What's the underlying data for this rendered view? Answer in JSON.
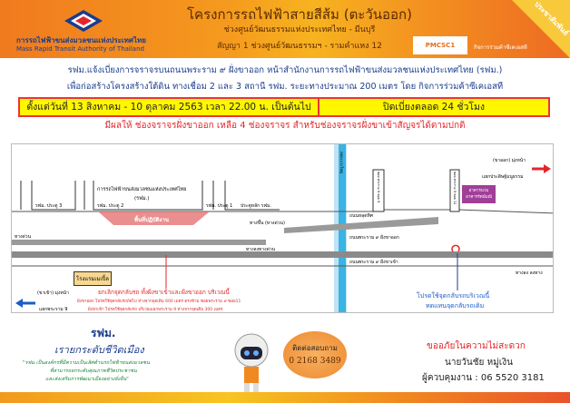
{
  "header": {
    "org_th": "การรถไฟฟ้าขนส่งมวลชนแห่งประเทศไทย",
    "org_en": "Mass Rapid Transit Authority of Thailand",
    "title": "โครงการรถไฟฟ้าสายสีส้ม (ตะวันออก)",
    "subtitle": "ช่วงศูนย์วัฒนธรรมแห่งประเทศไทย - มีนบุรี",
    "contract": "สัญญา 1 ช่วงศูนย์วัฒนธรรมฯ - รามคำแหง 12",
    "pmc": "PMCSC1",
    "jv": "กิจการร่วมค้าซีเคเอสที",
    "corner": "ประชาสัมพันธ์"
  },
  "notice": {
    "line1": "รฟม.แจ้งเบี่ยงการจราจรบนถนนพระราม ๙ ฝั่งขาออก หน้าสำนักงานการรถไฟฟ้าขนส่งมวลชนแห่งประเทศไทย (รฟม.)",
    "line2": "เพื่อก่อสร้างโครงสร้างใต้ดิน ทางเชื่อม 2 และ 3 สถานี รฟม. ระยะทางประมาณ 200 เมตร  โดย กิจการร่วมค้าซีเคเอสที",
    "period": "ตั้งแต่วันที่ 13 สิงหาคม - 10 ตุลาคม 2563 เวลา 22.00 น. เป็นต้นไป",
    "closure": "ปิดเบี่ยงตลอด 24 ชั่วโมง",
    "effect": "มีผลให้ ช่องจราจรฝั่งขาออก เหลือ 4 ช่องจราจร สำหรับช่องจราจรฝั่งขาเข้าสัญจรได้ตามปกติ"
  },
  "map": {
    "mrta_bldg": "การรถไฟฟ้าขนส่งมวลชนแห่งประเทศไทย",
    "mrta_abbr": "(รฟม.)",
    "gate3": "รฟม. ประตู 3",
    "gate2": "รฟม. ประตู 2",
    "gate1": "รฟม. ประตู 1",
    "main_gate": "ประตูหลัก รฟม.",
    "work_area": "พื้นที่ปฏิบัติงาน",
    "ramp": "ทางขึ้น (ทางด่วน)",
    "down_ramp": "ทางลงทางด่วน",
    "expressway": "ทางด่วน",
    "hotel": "โรงแรมเมเปิ้ล",
    "uturn_cancel": "ยกเลิกจุดกลับรถ ทั้งฝั่งขาเข้าและฝั่งขาออก บริเวณนี้",
    "uturn_note1": "ฝั่งขาออก โปรดใช้จุดกลับรถถัดไป ห่างจากจุดเดิม 600 เมตร ตรงข้าม ซอยพระราม ๙ ซอย11",
    "uturn_note2": "ฝั่งขาเข้า โปรดใช้จุดกลับรถ บริเวณแยกพระราม 9 ห่างจากจุดเดิม 300 เมตร",
    "inbound_dir": "(ขาเข้า) มุ่งหน้า",
    "inbound_dest": "แยกพระราม 9",
    "outbound_dir": "(ขาออก) มุ่งหน้า",
    "outbound_dest": "แยกประดิษฐ์มนูธรรม",
    "canal": "คลองแวงใหญ่",
    "soi9": "ซอย พระราม 9 ซอย 9",
    "soi11": "ซอย พระราม 9 ซอย 11",
    "building": "อาคารนวม อาคารรัตน์มณี",
    "road_top": "ถนนหลุดทิศ",
    "road_out": "ถนนพระราม ๙ ฝั่งขาออก",
    "road_in": "ถนนพระราม ๙ ฝั่งขาเข้า",
    "exit_down": "ทางลง ลงทาง",
    "new_uturn1": "โปรดใช้จุดกลับรถบริเวณนี้",
    "new_uturn2": "ทดแทนจุดกลับรถเดิม"
  },
  "footer": {
    "brand": "รฟม.",
    "slogan": "เรายกระดับชีวิตเมือง",
    "quote1": "\"รฟม.เป็นองค์กรที่มีความเป็นเลิศด้านรถไฟฟ้าขนส่งมวลชน",
    "quote2": "ที่สามารถยกระดับคุณภาพชีวิตประชาชน",
    "quote3": "และส่งเสริมการพัฒนาเมืองอย่างยั่งยืน\"",
    "contact_label": "ติดต่อสอบถาม",
    "contact_phone": "0 2168 3489",
    "apology": "ขออภัยในความไม่สะดวก",
    "name": "นายวันชัย  หมู่เงิน",
    "supervisor": "ผู้ควบคุมงาน : 06 5520 3181"
  }
}
